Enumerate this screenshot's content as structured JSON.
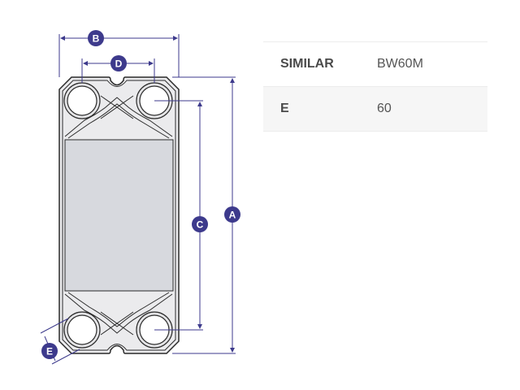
{
  "specs": {
    "rows": [
      {
        "key": "SIMILAR",
        "value": "BW60M"
      },
      {
        "key": "E",
        "value": "60"
      }
    ]
  },
  "diagram": {
    "callouts": {
      "a": "A",
      "b": "B",
      "c": "C",
      "d": "D",
      "e": "E"
    },
    "colors": {
      "accent": "#3d3a8c",
      "plate_fill": "#ebebed",
      "plate_stroke": "#2a2a2a",
      "center_fill": "#d7d9de"
    }
  }
}
